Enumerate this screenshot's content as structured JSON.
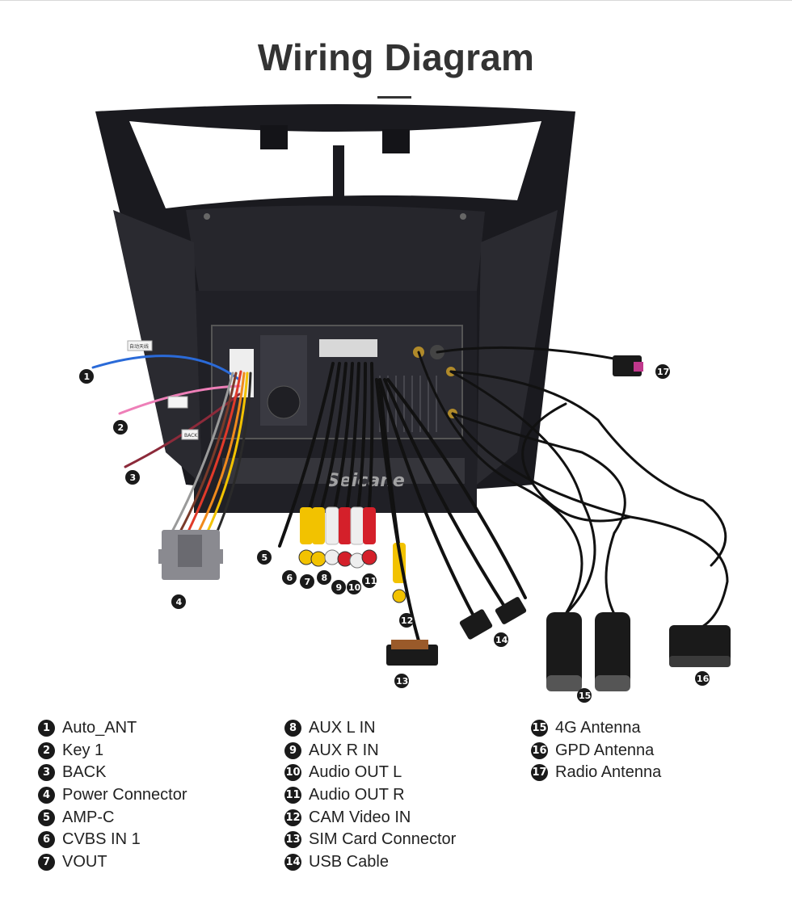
{
  "title": "Wiring Diagram",
  "watermark": "Seicane",
  "wire_tags": {
    "tag_1": "自动天线",
    "tag_3": "BACK"
  },
  "legend": [
    [
      {
        "num": "1",
        "label": "Auto_ANT"
      },
      {
        "num": "2",
        "label": "Key 1"
      },
      {
        "num": "3",
        "label": "BACK"
      },
      {
        "num": "4",
        "label": "Power Connector"
      },
      {
        "num": "5",
        "label": "AMP-C"
      },
      {
        "num": "6",
        "label": "CVBS IN 1"
      },
      {
        "num": "7",
        "label": "VOUT"
      }
    ],
    [
      {
        "num": "8",
        "label": "AUX L IN"
      },
      {
        "num": "9",
        "label": "AUX R IN"
      },
      {
        "num": "10",
        "label": "Audio OUT L"
      },
      {
        "num": "11",
        "label": "Audio OUT R"
      },
      {
        "num": "12",
        "label": "CAM Video IN"
      },
      {
        "num": "13",
        "label": "SIM Card Connector"
      },
      {
        "num": "14",
        "label": "USB Cable"
      }
    ],
    [
      {
        "num": "15",
        "label": "4G Antenna"
      },
      {
        "num": "16",
        "label": "GPD Antenna"
      },
      {
        "num": "17",
        "label": "Radio Antenna"
      }
    ]
  ],
  "colors": {
    "rca_yellow": "#f2c200",
    "rca_white": "#eeeeee",
    "rca_red": "#d4202a",
    "wire_blue": "#2a6ad8",
    "wire_pink": "#ee7fb8",
    "wire_orange": "#f08a1c",
    "antenna_connector": "#c0388c",
    "panel_dark": "#1d1d22"
  }
}
